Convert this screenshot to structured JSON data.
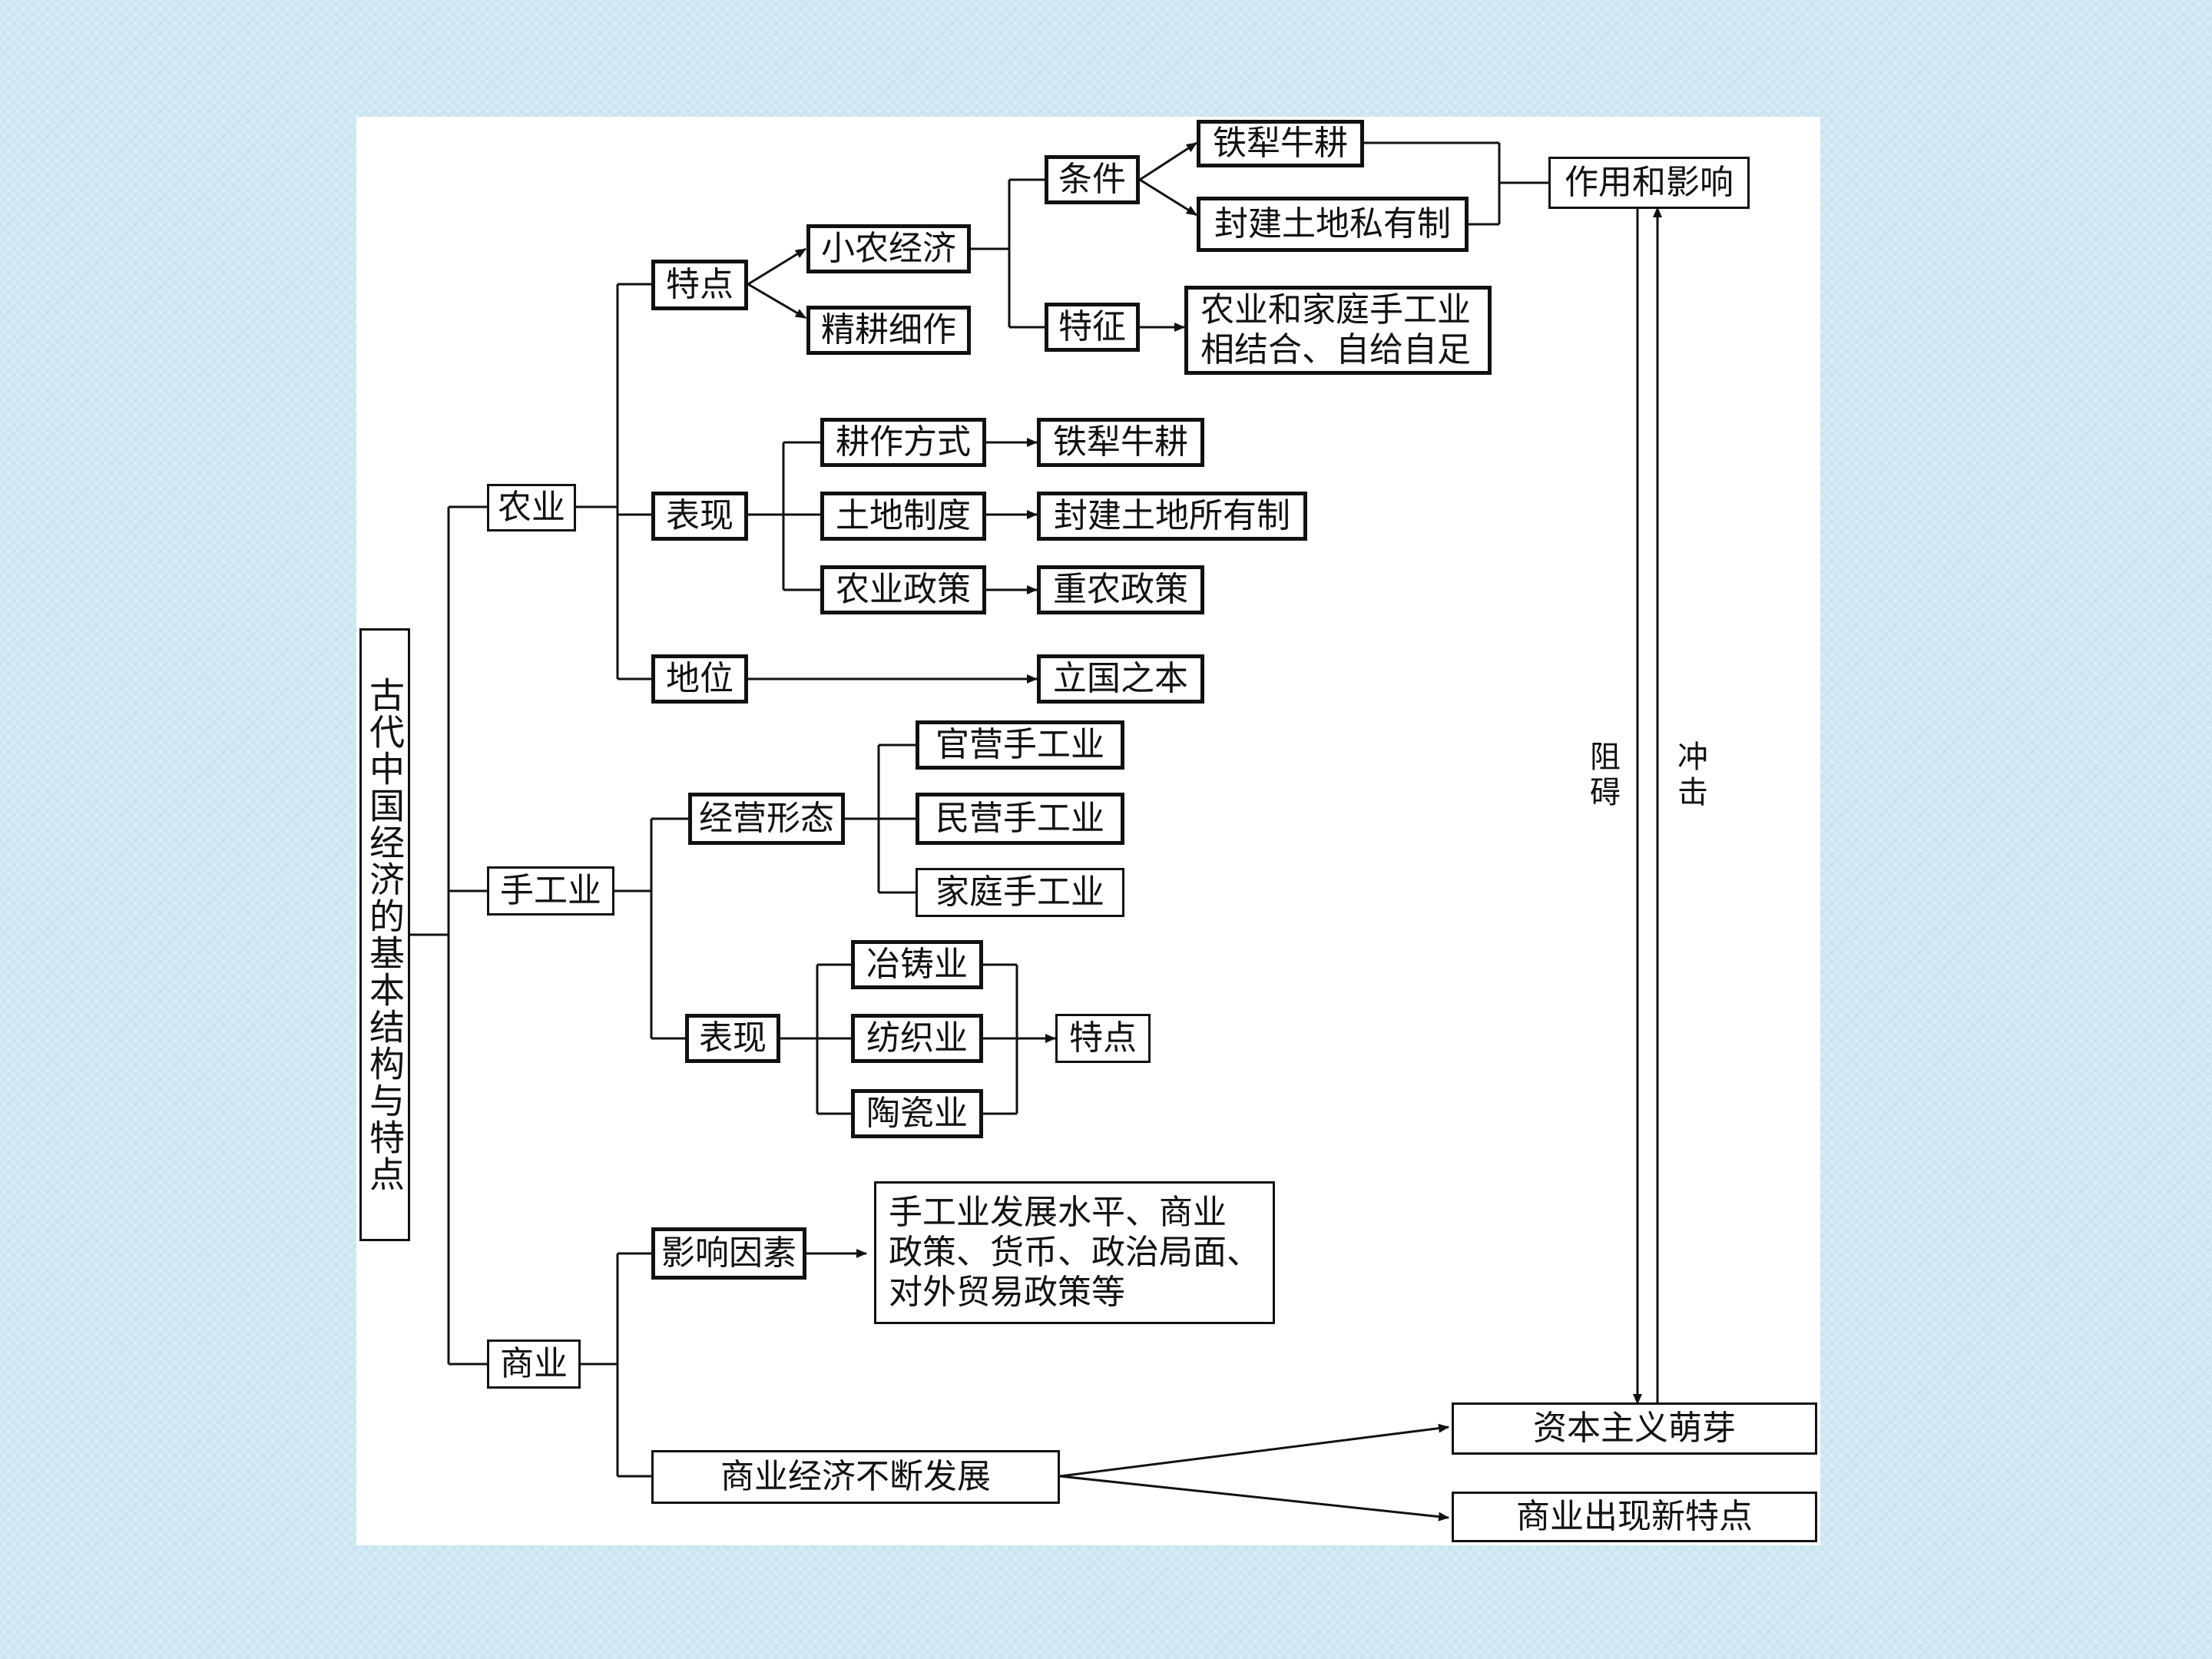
{
  "root": "古代中国经济的基本结构与特点",
  "agri": {
    "label": "农业",
    "features": {
      "label": "特点",
      "small_farm": "小农经济",
      "intensive": "精耕细作",
      "conditions": "条件",
      "iron_plough": "铁犁牛耕",
      "feudal_private": "封建土地私有制",
      "traits": "特征",
      "traits_desc_1": "农业和家庭手工业",
      "traits_desc_2": "相结合、自给自足",
      "effects": "作用和影响"
    },
    "manifest": {
      "label": "表现",
      "farming_method": "耕作方式",
      "farming_method_val": "铁犁牛耕",
      "land_system": "土地制度",
      "land_system_val": "封建土地所有制",
      "policy": "农业政策",
      "policy_val": "重农政策"
    },
    "status": {
      "label": "地位",
      "value": "立国之本"
    }
  },
  "craft": {
    "label": "手工业",
    "forms": {
      "label": "经营形态",
      "official": "官营手工业",
      "private": "民营手工业",
      "household": "家庭手工业"
    },
    "manifest": {
      "label": "表现",
      "smelting": "冶铸业",
      "textile": "纺织业",
      "ceramics": "陶瓷业",
      "features": "特点"
    }
  },
  "commerce": {
    "label": "商业",
    "factors": {
      "label": "影响因素",
      "desc_1": "手工业发展水平、商业",
      "desc_2": "政策、货币、政治局面、",
      "desc_3": "对外贸易政策等"
    },
    "develop": "商业经济不断发展",
    "capitalism": "资本主义萌芽",
    "new_features": "商业出现新特点"
  },
  "arrows": {
    "hinder": "阻碍",
    "impact": "冲击"
  }
}
